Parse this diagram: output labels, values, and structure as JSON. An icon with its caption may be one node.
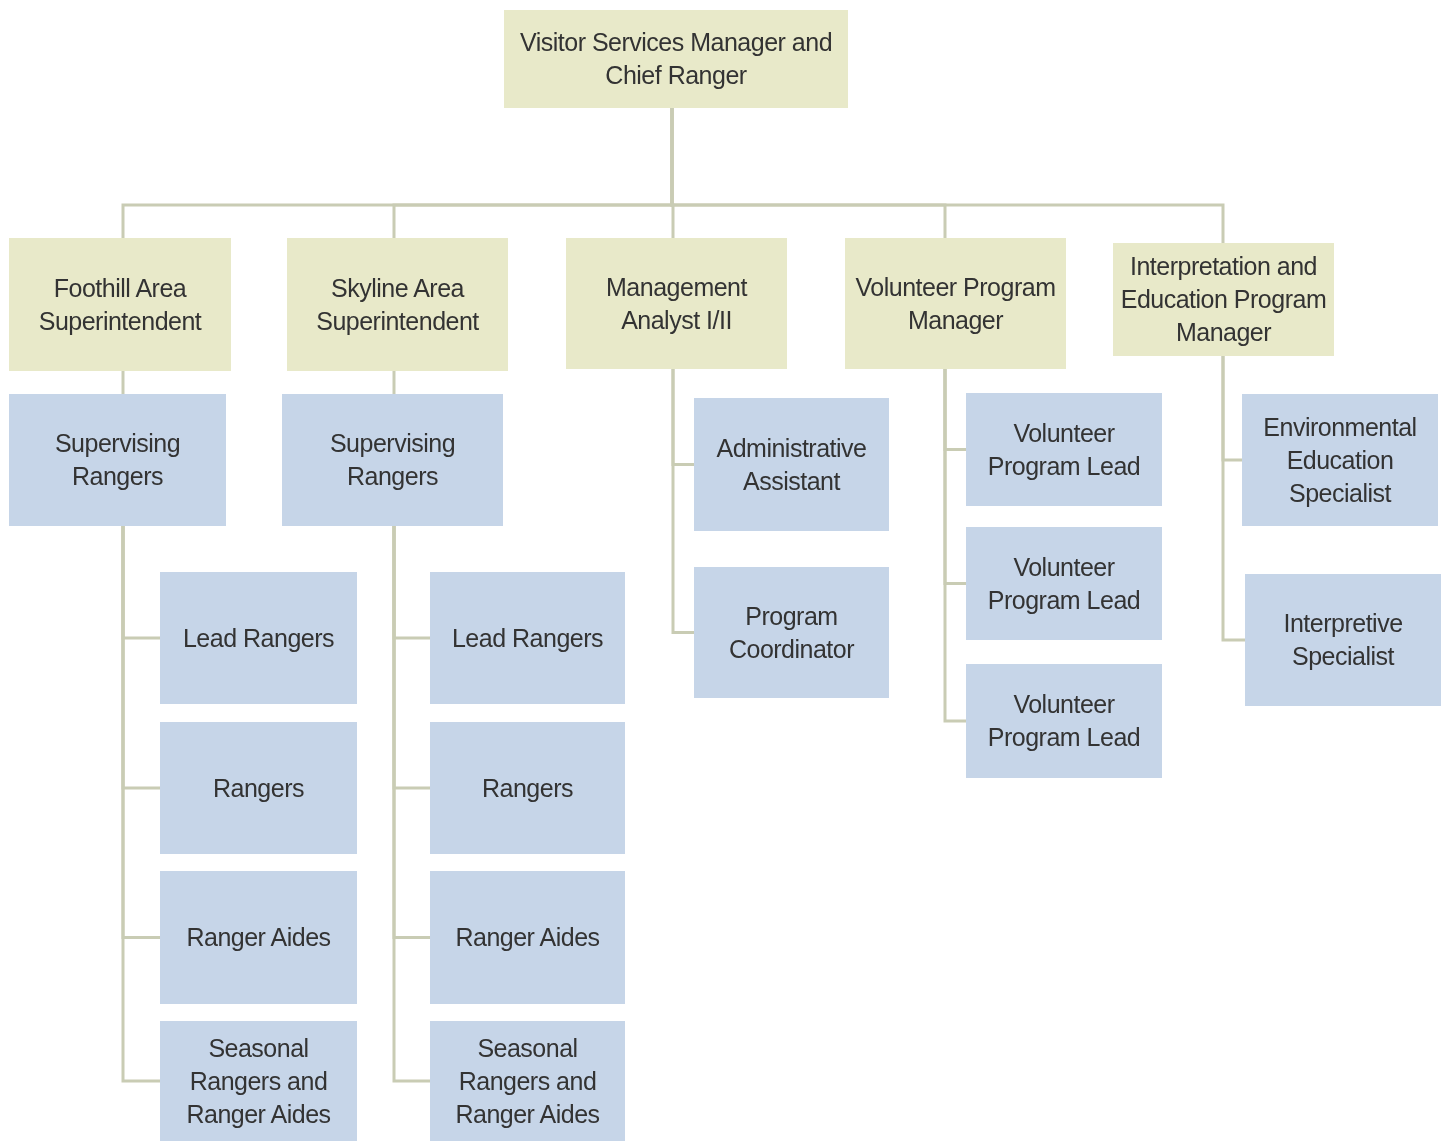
{
  "diagram": {
    "nodes": [
      {
        "text": [
          "Visitor Services Manager and Chief Ranger"
        ]
      },
      {
        "text": [
          "Foothill Area Superintendent"
        ]
      },
      {
        "text": [
          "Skyline Area Superintendent"
        ]
      },
      {
        "text": [
          "Management Analyst I/II"
        ]
      },
      {
        "text": [
          "Volunteer Program Manager"
        ]
      },
      {
        "text": [
          "Interpretation and Education Program Manager"
        ]
      },
      {
        "text": [
          "Supervising Rangers"
        ]
      },
      {
        "text": [
          "Lead Rangers"
        ]
      },
      {
        "text": [
          "Rangers"
        ]
      },
      {
        "text": [
          "Ranger Aides"
        ]
      },
      {
        "text": [
          "Seasonal Rangers and Ranger Aides"
        ]
      },
      {
        "text": [
          "Supervising Rangers"
        ]
      },
      {
        "text": [
          "Lead Rangers"
        ]
      },
      {
        "text": [
          "Rangers"
        ]
      },
      {
        "text": [
          "Ranger Aides"
        ]
      },
      {
        "text": [
          "Seasonal Rangers and Ranger Aides"
        ]
      },
      {
        "text": [
          "Administrative Assistant"
        ]
      },
      {
        "text": [
          "Program Coordinator"
        ]
      },
      {
        "text": [
          "Volunteer Program Lead"
        ]
      },
      {
        "text": [
          "Volunteer Program Lead"
        ]
      },
      {
        "text": [
          "Volunteer Program Lead"
        ]
      },
      {
        "text": [
          "Environmental Education Specialist"
        ]
      },
      {
        "text": [
          "Interpretive Specialist"
        ]
      }
    ],
    "edges": [
      {
        "from": 0,
        "to": 1,
        "arrow": "none"
      },
      {
        "from": 0,
        "to": 2,
        "arrow": "none"
      },
      {
        "from": 0,
        "to": 3,
        "arrow": "none"
      },
      {
        "from": 0,
        "to": 4,
        "arrow": "none"
      },
      {
        "from": 0,
        "to": 5,
        "arrow": "none"
      },
      {
        "from": 1,
        "to": 6,
        "arrow": "none"
      },
      {
        "from": 6,
        "to": 7,
        "arrow": "none"
      },
      {
        "from": 6,
        "to": 8,
        "arrow": "none"
      },
      {
        "from": 6,
        "to": 9,
        "arrow": "none"
      },
      {
        "from": 6,
        "to": 10,
        "arrow": "none"
      },
      {
        "from": 2,
        "to": 11,
        "arrow": "none"
      },
      {
        "from": 11,
        "to": 12,
        "arrow": "none"
      },
      {
        "from": 11,
        "to": 13,
        "arrow": "none"
      },
      {
        "from": 11,
        "to": 14,
        "arrow": "none"
      },
      {
        "from": 11,
        "to": 15,
        "arrow": "none"
      },
      {
        "from": 3,
        "to": 16,
        "arrow": "none"
      },
      {
        "from": 3,
        "to": 17,
        "arrow": "none"
      },
      {
        "from": 4,
        "to": 18,
        "arrow": "none"
      },
      {
        "from": 4,
        "to": 19,
        "arrow": "none"
      },
      {
        "from": 4,
        "to": 20,
        "arrow": "none"
      },
      {
        "from": 5,
        "to": 21,
        "arrow": "none"
      },
      {
        "from": 5,
        "to": 22,
        "arrow": "none"
      }
    ]
  }
}
